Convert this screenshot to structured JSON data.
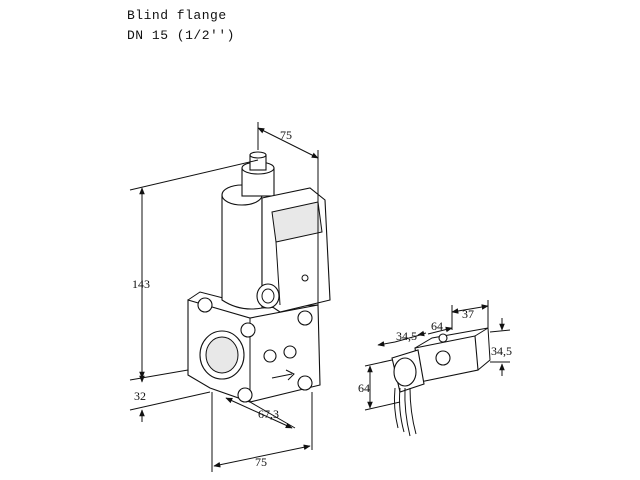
{
  "caption": {
    "line1": "Blind flange",
    "line2": "DN 15 (1/2'')"
  },
  "dimensions": {
    "top_width": "75",
    "height": "143",
    "base_height": "32",
    "flange_offset": "67,3",
    "bottom_width": "75",
    "flange_a": "34,5",
    "flange_b": "64",
    "flange_c": "37",
    "flange_d": "34,5",
    "flange_e": "64"
  }
}
